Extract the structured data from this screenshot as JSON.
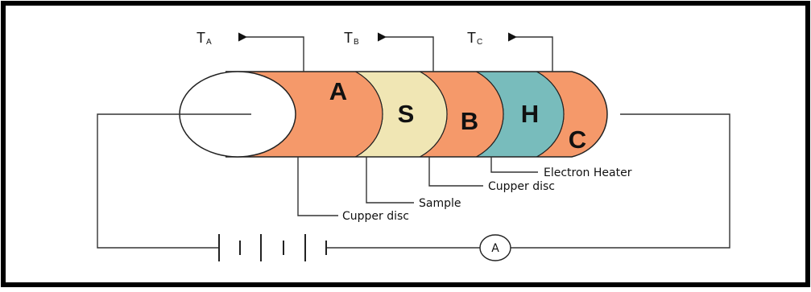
{
  "colors": {
    "copper": "#f5996a",
    "sample": "#f0e6b4",
    "heater": "#78bcbc",
    "frame": "#000000",
    "line": "#333333"
  },
  "thermometers": [
    {
      "main": "T",
      "sub": "A"
    },
    {
      "main": "T",
      "sub": "B"
    },
    {
      "main": "T",
      "sub": "C"
    }
  ],
  "discs": {
    "a": "A",
    "s": "S",
    "b": "B",
    "h": "H",
    "c": "C"
  },
  "callouts": {
    "heater": "Electron Heater",
    "copper_disc_b": "Cupper disc",
    "sample": "Sample",
    "copper_disc_a": "Cupper disc"
  },
  "ammeter": "A"
}
